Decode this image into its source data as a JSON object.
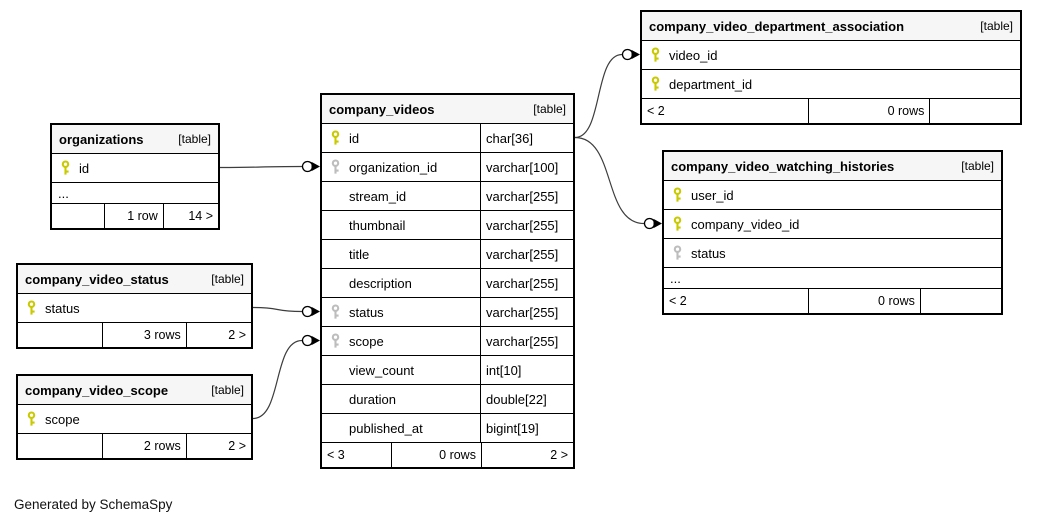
{
  "diagram_note": "Generated by SchemaSpy",
  "ellipsis_text": "...",
  "colors": {
    "primary_key": "#c9c900",
    "foreign_key": "#bdbdbd",
    "relation_line": "#3d3d3d",
    "arrow": "#000000",
    "header_bg": "#f6f6f6",
    "border": "#000000"
  },
  "tables": [
    {
      "id": "organizations",
      "name": "organizations",
      "tag": "[table]",
      "columns": [
        {
          "name": "id",
          "key": "pk"
        }
      ],
      "ellipsis": true,
      "footer": {
        "left": "",
        "middle": "1 row",
        "right": "14 >"
      }
    },
    {
      "id": "company_video_status",
      "name": "company_video_status",
      "tag": "[table]",
      "columns": [
        {
          "name": "status",
          "key": "pk"
        }
      ],
      "ellipsis": false,
      "footer": {
        "left": "",
        "middle": "3 rows",
        "right": "2 >"
      }
    },
    {
      "id": "company_video_scope",
      "name": "company_video_scope",
      "tag": "[table]",
      "columns": [
        {
          "name": "scope",
          "key": "pk"
        }
      ],
      "ellipsis": false,
      "footer": {
        "left": "",
        "middle": "2 rows",
        "right": "2 >"
      }
    },
    {
      "id": "company_videos",
      "name": "company_videos",
      "tag": "[table]",
      "columns": [
        {
          "name": "id",
          "type": "char[36]",
          "key": "pk"
        },
        {
          "name": "organization_id",
          "type": "varchar[100]",
          "key": "fk"
        },
        {
          "name": "stream_id",
          "type": "varchar[255]"
        },
        {
          "name": "thumbnail",
          "type": "varchar[255]"
        },
        {
          "name": "title",
          "type": "varchar[255]"
        },
        {
          "name": "description",
          "type": "varchar[255]"
        },
        {
          "name": "status",
          "type": "varchar[255]",
          "key": "fk"
        },
        {
          "name": "scope",
          "type": "varchar[255]",
          "key": "fk"
        },
        {
          "name": "view_count",
          "type": "int[10]"
        },
        {
          "name": "duration",
          "type": "double[22]"
        },
        {
          "name": "published_at",
          "type": "bigint[19]"
        }
      ],
      "ellipsis": false,
      "footer": {
        "left": "< 3",
        "middle": "0 rows",
        "right": "2 >"
      }
    },
    {
      "id": "company_video_department_association",
      "name": "company_video_department_association",
      "tag": "[table]",
      "columns": [
        {
          "name": "video_id",
          "key": "pk"
        },
        {
          "name": "department_id",
          "key": "pk"
        }
      ],
      "ellipsis": false,
      "footer": {
        "left": "< 2",
        "middle": "0 rows",
        "right": ""
      }
    },
    {
      "id": "company_video_watching_histories",
      "name": "company_video_watching_histories",
      "tag": "[table]",
      "columns": [
        {
          "name": "user_id",
          "key": "pk"
        },
        {
          "name": "company_video_id",
          "key": "pk"
        },
        {
          "name": "status",
          "key": "fk"
        }
      ],
      "ellipsis": true,
      "footer": {
        "left": "< 2",
        "middle": "0 rows",
        "right": ""
      }
    }
  ],
  "relationships": [
    {
      "from_table": "organizations",
      "from_column": "id",
      "to_table": "company_videos",
      "to_column": "organization_id"
    },
    {
      "from_table": "company_video_status",
      "from_column": "status",
      "to_table": "company_videos",
      "to_column": "status"
    },
    {
      "from_table": "company_video_scope",
      "from_column": "scope",
      "to_table": "company_videos",
      "to_column": "scope"
    },
    {
      "from_table": "company_videos",
      "from_column": "id",
      "to_table": "company_video_department_association",
      "to_column": "video_id"
    },
    {
      "from_table": "company_videos",
      "from_column": "id",
      "to_table": "company_video_watching_histories",
      "to_column": "company_video_id"
    }
  ]
}
